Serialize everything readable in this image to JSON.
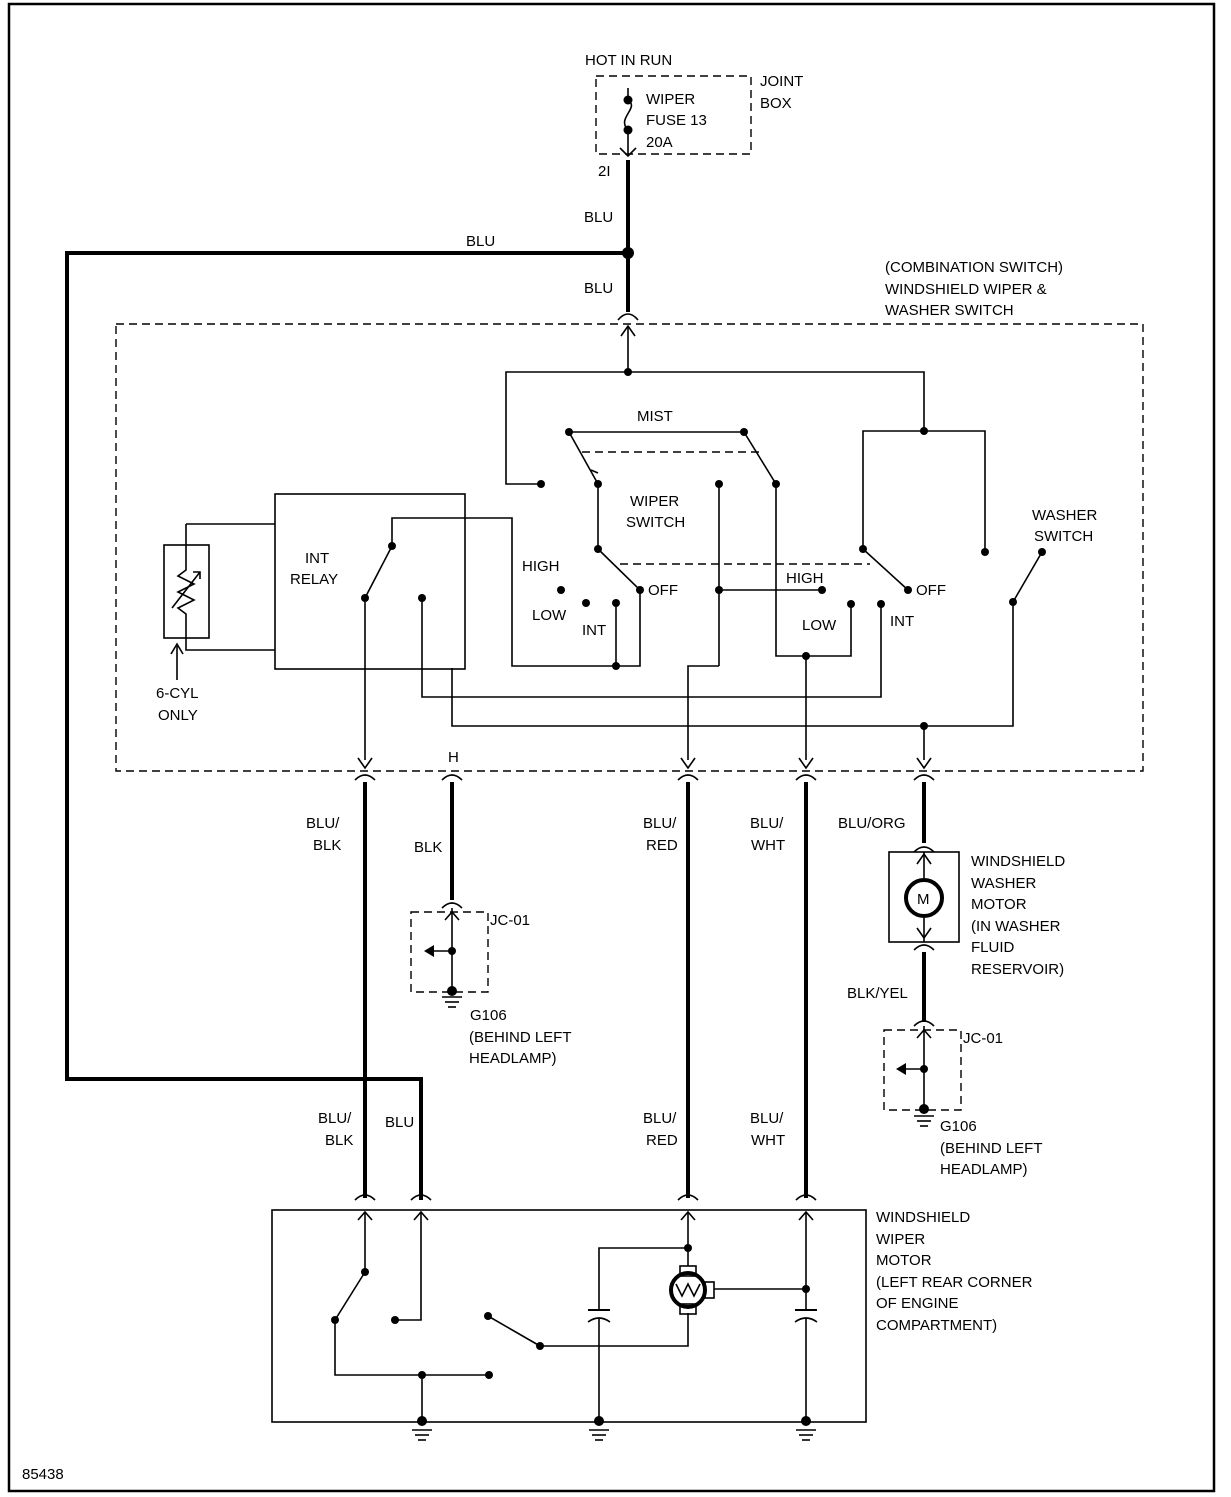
{
  "labels": {
    "hot_in_run": "HOT IN RUN",
    "joint_box_1": "JOINT",
    "joint_box_2": "BOX",
    "fuse_1": "WIPER",
    "fuse_2": "FUSE 13",
    "fuse_3": "20A",
    "pin_2i": "2I",
    "blu_vertical": "BLU",
    "blu_horizontal": "BLU",
    "blu_switch_feed": "BLU",
    "combo_1": "(COMBINATION SWITCH)",
    "combo_2": "WINDSHIELD WIPER &",
    "combo_3": "WASHER SWITCH",
    "mist": "MIST",
    "wiper_switch_1": "WIPER",
    "wiper_switch_2": "SWITCH",
    "washer_switch_1": "WASHER",
    "washer_switch_2": "SWITCH",
    "int_relay_1": "INT",
    "int_relay_2": "RELAY",
    "high_left": "HIGH",
    "low_left": "LOW",
    "int_left": "INT",
    "off_left": "OFF",
    "high_right": "HIGH",
    "low_right": "LOW",
    "int_right": "INT",
    "off_right": "OFF",
    "six_cyl_1": "6-CYL",
    "six_cyl_2": "ONLY",
    "pin_h": "H",
    "blu_blk_upper_1": "BLU/",
    "blu_blk_upper_2": "BLK",
    "blk": "BLK",
    "blu_red_upper_1": "BLU/",
    "blu_red_upper_2": "RED",
    "blu_wht_upper_1": "BLU/",
    "blu_wht_upper_2": "WHT",
    "blu_org": "BLU/ORG",
    "washer_motor_1": "WINDSHIELD",
    "washer_motor_2": "WASHER",
    "washer_motor_3": "MOTOR",
    "washer_motor_4": "(IN WASHER",
    "washer_motor_5": "FLUID",
    "washer_motor_6": "RESERVOIR)",
    "motor_m": "M",
    "jc01_left": "JC-01",
    "g106_left_1": "G106",
    "g106_left_2": "(BEHIND LEFT",
    "g106_left_3": "HEADLAMP)",
    "blk_yel": "BLK/YEL",
    "jc01_right": "JC-01",
    "g106_right_1": "G106",
    "g106_right_2": "(BEHIND LEFT",
    "g106_right_3": "HEADLAMP)",
    "blu_blk_lower_1": "BLU/",
    "blu_blk_lower_2": "BLK",
    "blu_lower": "BLU",
    "blu_red_lower_1": "BLU/",
    "blu_red_lower_2": "RED",
    "blu_wht_lower_1": "BLU/",
    "blu_wht_lower_2": "WHT",
    "wiper_motor_1": "WINDSHIELD",
    "wiper_motor_2": "WIPER",
    "wiper_motor_3": "MOTOR",
    "wiper_motor_4": "(LEFT REAR CORNER",
    "wiper_motor_5": "OF ENGINE",
    "wiper_motor_6": "COMPARTMENT)",
    "figure_id": "85438"
  }
}
